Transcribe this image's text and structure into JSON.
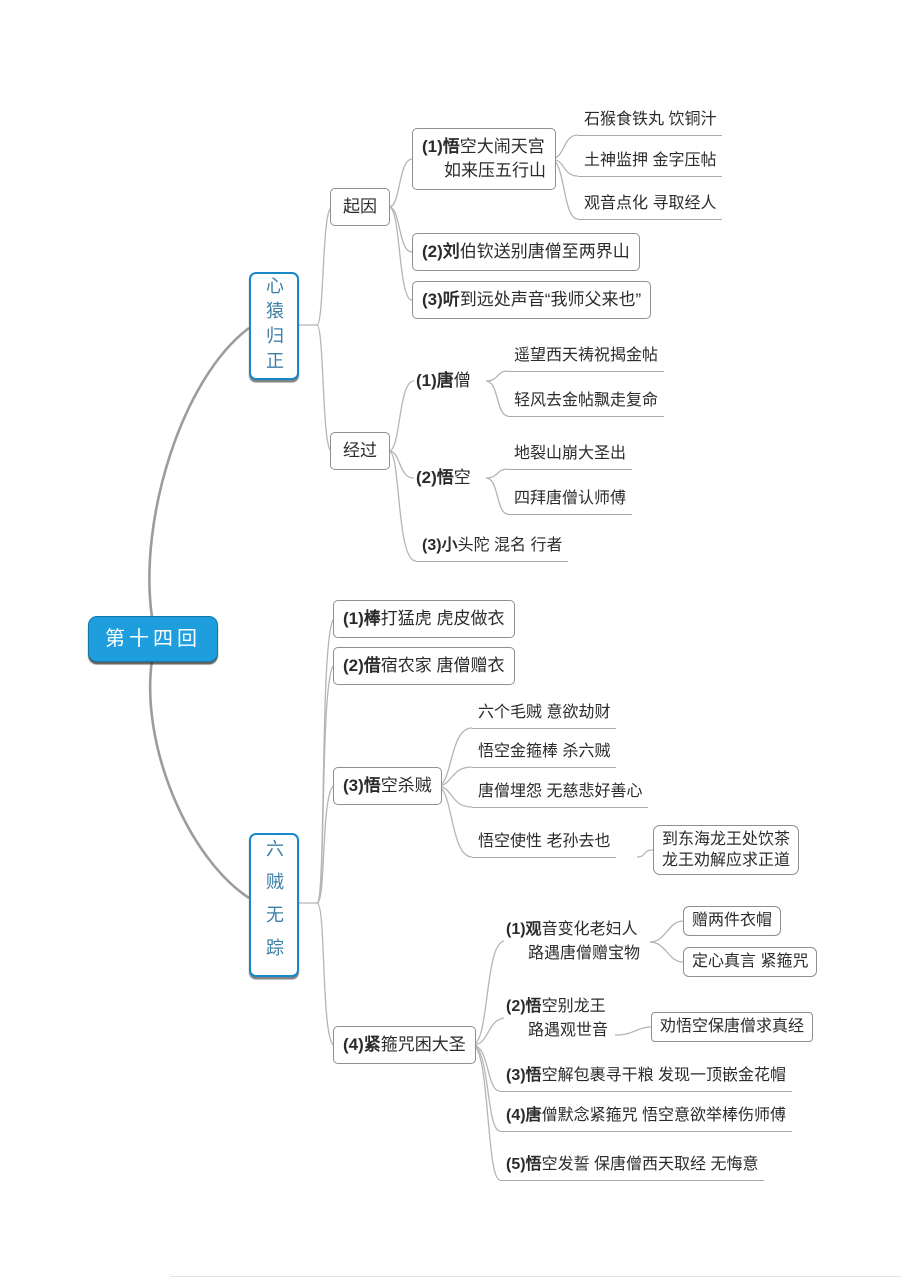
{
  "title": "第十四回",
  "colors": {
    "accent": "#1e9edc",
    "branch_border": "#1787c9",
    "line": "#b5b5b5"
  },
  "branches": {
    "xinyuan": {
      "label": "心猿归正"
    },
    "liuzei": {
      "label": "六贼无踪"
    }
  },
  "nodes": {
    "qiyin": "起因",
    "jingguo": "经过",
    "a1": {
      "b": "(1)悟",
      "r": "空大闹天宫",
      "l2": "如来压五行山"
    },
    "a1k1": "石猴食铁丸 饮铜汁",
    "a1k2": "土神监押 金字压帖",
    "a1k3": "观音点化 寻取经人",
    "a2": {
      "b": "(2)刘",
      "r": "伯钦送别唐僧至两界山"
    },
    "a3": {
      "b": "(3)听",
      "r": "到远处声音“我师父来也”"
    },
    "b1": {
      "b": "(1)唐",
      "r": "僧"
    },
    "b1k1": "遥望西天祷祝揭金帖",
    "b1k2": "轻风去金帖飘走复命",
    "b2": {
      "b": "(2)悟",
      "r": "空"
    },
    "b2k1": "地裂山崩大圣出",
    "b2k2": "四拜唐僧认师傅",
    "b3": {
      "b": "(3)小",
      "r": "头陀 混名 行者"
    },
    "c1": {
      "b": "(1)棒",
      "r": "打猛虎 虎皮做衣"
    },
    "c2": {
      "b": "(2)借",
      "r": "宿农家 唐僧赠衣"
    },
    "c3": {
      "b": "(3)悟",
      "r": "空杀贼"
    },
    "c3k1": "六个毛贼 意欲劫财",
    "c3k2": "悟空金箍棒 杀六贼",
    "c3k3": "唐僧埋怨 无慈悲好善心",
    "c3k4": "悟空使性 老孙去也",
    "c3k4c": {
      "l1": "到东海龙王处饮茶",
      "l2b": "龙王劝解应求正道"
    },
    "c4": {
      "b": "(4)紧",
      "r": "箍咒困大圣"
    },
    "d1": {
      "b": "(1)观",
      "r": "音变化老妇人",
      "l2": "路遇唐僧赠宝物"
    },
    "d1k1": "赠两件衣帽",
    "d1k2": "定心真言 紧箍咒",
    "d2": {
      "b": "(2)悟",
      "r": "空别龙王",
      "l2": "路遇观世音"
    },
    "d2k1": "劝悟空保唐僧求真经",
    "d3": {
      "b": "(3)悟",
      "r": "空解包裹寻干粮 发现一顶嵌金花帽"
    },
    "d4": {
      "b": "(4)唐",
      "r": "僧默念紧箍咒 悟空意欲举棒伤师傅"
    },
    "d5": {
      "b": "(5)悟",
      "r": "空发誓 保唐僧西天取经 无悔意"
    }
  }
}
